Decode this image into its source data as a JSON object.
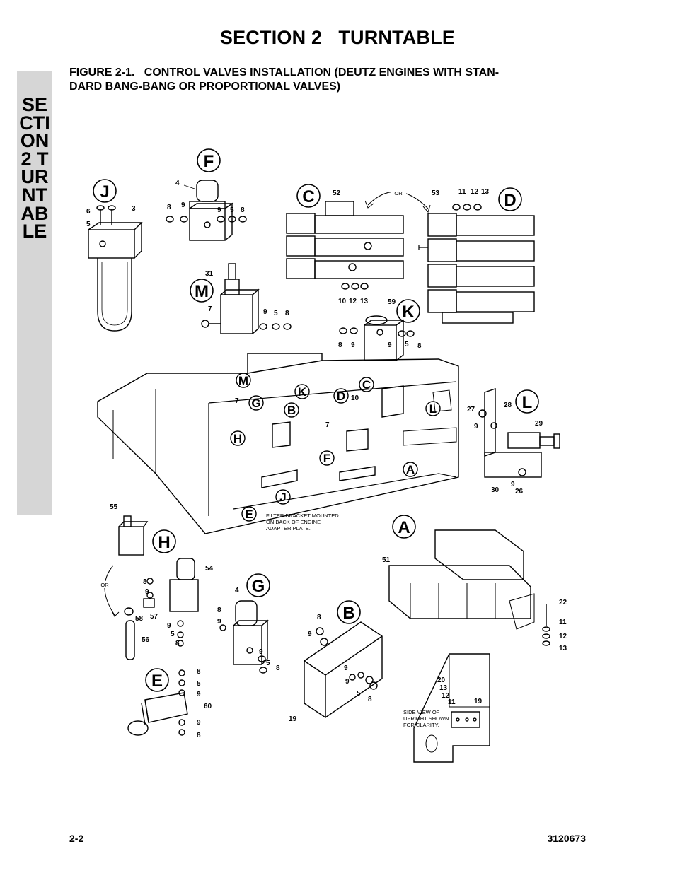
{
  "header": {
    "section_title": "SECTION 2   TURNTABLE",
    "figure_caption": "FIGURE 2-1.   CONTROL VALVES INSTALLATION (DEUTZ ENGINES WITH STAN-\nDARD BANG-BANG OR PROPORTIONAL VALVES)"
  },
  "side_tab": {
    "text": "SECTION 2 TURNTABLE"
  },
  "diagram": {
    "detail_labels": {
      "f": "F",
      "j": "J",
      "c": "C",
      "d": "D",
      "m": "M",
      "k": "K",
      "l": "L",
      "a": "A",
      "h": "H",
      "g": "G",
      "b": "B",
      "e": "E"
    },
    "frame_labels": {
      "m": "M",
      "g": "G",
      "h": "H",
      "k": "K",
      "b": "B",
      "d": "D",
      "c": "C",
      "l": "L",
      "f": "F",
      "a": "A",
      "j": "J",
      "e": "E"
    },
    "or_labels": {
      "cd": "OR",
      "h": "OR"
    },
    "notes": {
      "filter_bracket": [
        "FILTER BRACKET MOUNTED",
        "ON BACK OF ENGINE",
        "ADAPTER PLATE."
      ],
      "side_view": [
        "SIDE VIEW OF",
        "UPRIGHT SHOWN",
        "FOR CLARITY."
      ]
    },
    "callouts": {
      "f": [
        "4",
        "8",
        "9",
        "9",
        "5",
        "8"
      ],
      "j": [
        "6",
        "5",
        "3"
      ],
      "c": [
        "52",
        "10",
        "12",
        "13"
      ],
      "d": [
        "53",
        "11",
        "12",
        "13"
      ],
      "m": [
        "31",
        "7",
        "9",
        "5",
        "8"
      ],
      "k": [
        "59",
        "8",
        "9",
        "9",
        "5",
        "8"
      ],
      "frame": [
        "7",
        "10",
        "7"
      ],
      "l": [
        "27",
        "28",
        "9",
        "29",
        "30",
        "9",
        "26"
      ],
      "a": [
        "51",
        "22",
        "11",
        "12",
        "13"
      ],
      "h": [
        "55",
        "54",
        "8",
        "9",
        "57",
        "58",
        "9",
        "5",
        "8",
        "56"
      ],
      "g": [
        "4",
        "8",
        "9",
        "9",
        "5",
        "8"
      ],
      "b": [
        "8",
        "9",
        "9",
        "9",
        "5",
        "8",
        "19"
      ],
      "e": [
        "8",
        "5",
        "9",
        "60",
        "9",
        "8"
      ],
      "upright": [
        "20",
        "13",
        "12",
        "11",
        "19"
      ]
    }
  },
  "footer": {
    "page_number": "2-2",
    "doc_number": "3120673"
  }
}
